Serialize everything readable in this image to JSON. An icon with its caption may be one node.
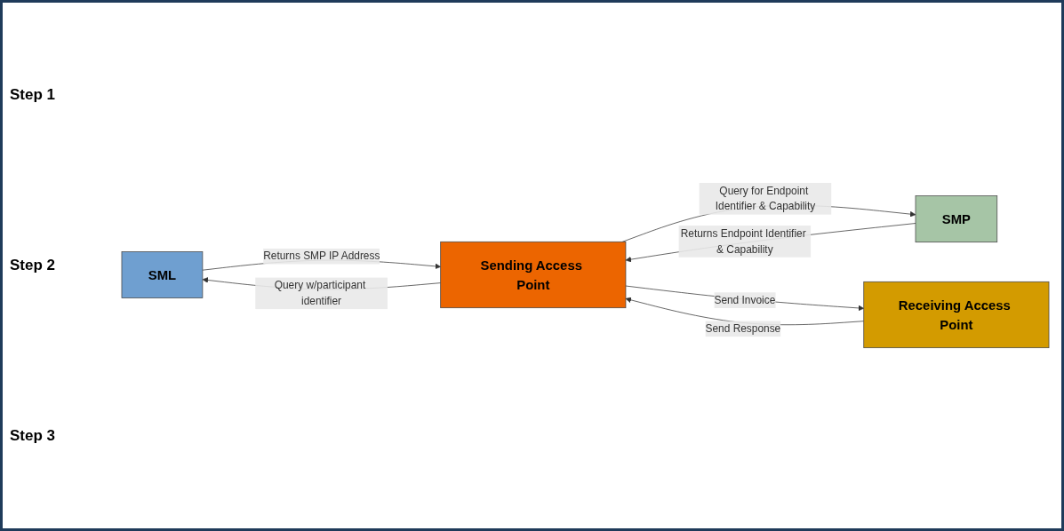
{
  "diagram": {
    "nodes": [
      {
        "text": [
          "SML"
        ]
      },
      {
        "text": [
          "SMP"
        ]
      },
      {
        "text": [
          "Sending Access Point"
        ]
      },
      {
        "text": [
          "Receiving Access Point"
        ]
      }
    ],
    "edges": [
      {
        "from": 2,
        "to": 0,
        "arrow": "to",
        "label": "Query w/participant identifier"
      },
      {
        "from": 0,
        "to": 2,
        "arrow": "to",
        "label": "Returns SMP IP Address"
      },
      {
        "from": 2,
        "to": 1,
        "arrow": "to",
        "label": "Query for Endpoint Identifier & Capability"
      },
      {
        "from": 1,
        "to": 2,
        "arrow": "to",
        "label": "Returns Endpoint Identifier & Capability"
      },
      {
        "from": 2,
        "to": 3,
        "arrow": "to",
        "label": "Send Invoice"
      },
      {
        "from": 3,
        "to": 2,
        "arrow": "to",
        "label": "Send Response"
      }
    ],
    "labels": [
      "Step 1",
      "Step 2",
      "Step 3"
    ]
  }
}
